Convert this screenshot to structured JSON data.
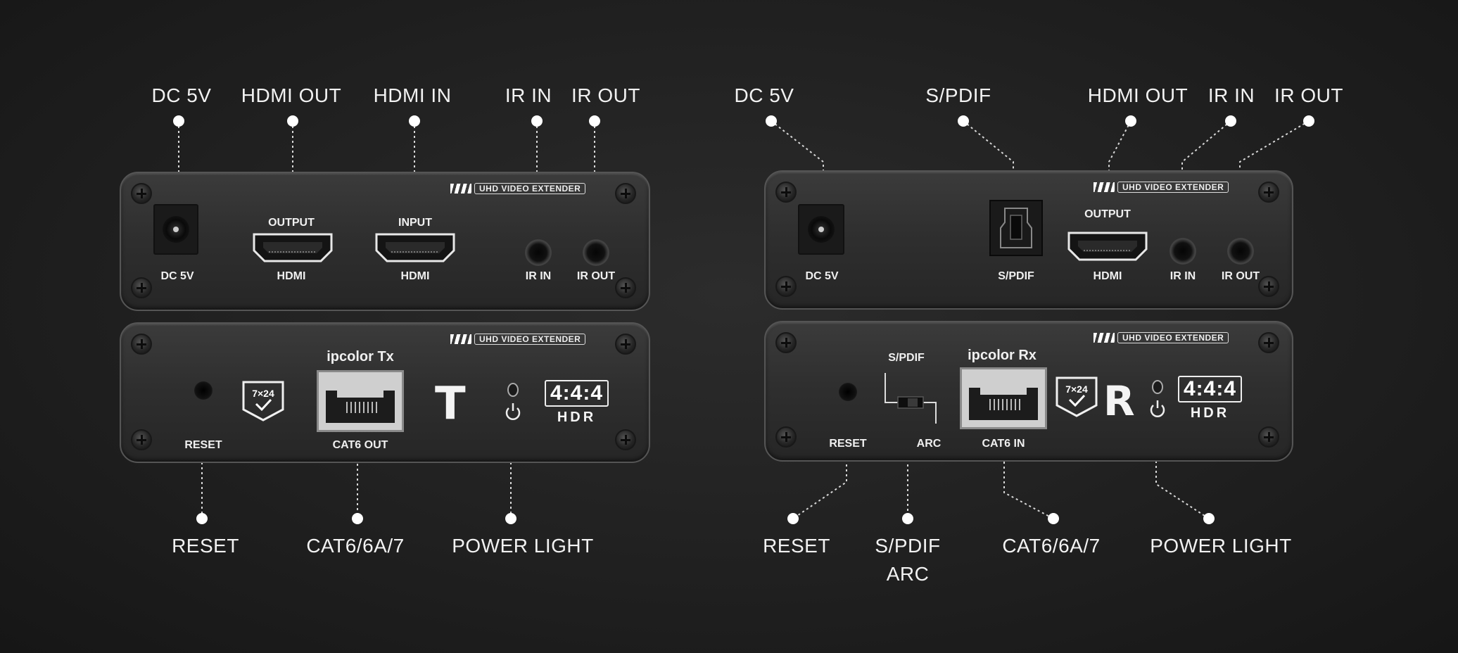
{
  "tx": {
    "top_callouts": [
      "DC 5V",
      "HDMI OUT",
      "HDMI IN",
      "IR IN",
      "IR OUT"
    ],
    "bottom_callouts": [
      "RESET",
      "CAT6/6A/7",
      "POWER LIGHT"
    ],
    "brand": "UHD VIDEO EXTENDER",
    "back_labels": {
      "dc": "DC 5V",
      "hdmi_out_top": "OUTPUT",
      "hdmi_out_bottom": "HDMI",
      "hdmi_in_top": "INPUT",
      "hdmi_in_bottom": "HDMI",
      "ir_in": "IR IN",
      "ir_out": "IR OUT"
    },
    "front_labels": {
      "model": "ipcolor Tx",
      "reset": "RESET",
      "port": "CAT6 OUT",
      "badge": "7×24",
      "letter": "T",
      "quality": "4:4:4",
      "hdr": "HDR"
    }
  },
  "rx": {
    "top_callouts": [
      "DC 5V",
      "S/PDIF",
      "HDMI  OUT",
      "IR IN",
      "IR OUT"
    ],
    "bottom_callouts": [
      "RESET",
      "S/PDIF",
      "ARC",
      "CAT6/6A/7",
      "POWER LIGHT"
    ],
    "brand": "UHD VIDEO EXTENDER",
    "back_labels": {
      "dc": "DC 5V",
      "spdif": "S/PDIF",
      "hdmi_out_top": "OUTPUT",
      "hdmi_out_bottom": "HDMI",
      "ir_in": "IR IN",
      "ir_out": "IR OUT"
    },
    "front_labels": {
      "model": "ipcolor Rx",
      "reset": "RESET",
      "switch_top": "S/PDIF",
      "switch_bottom": "ARC",
      "port": "CAT6 IN",
      "badge": "7×24",
      "letter": "R",
      "quality": "4:4:4",
      "hdr": "HDR"
    }
  }
}
